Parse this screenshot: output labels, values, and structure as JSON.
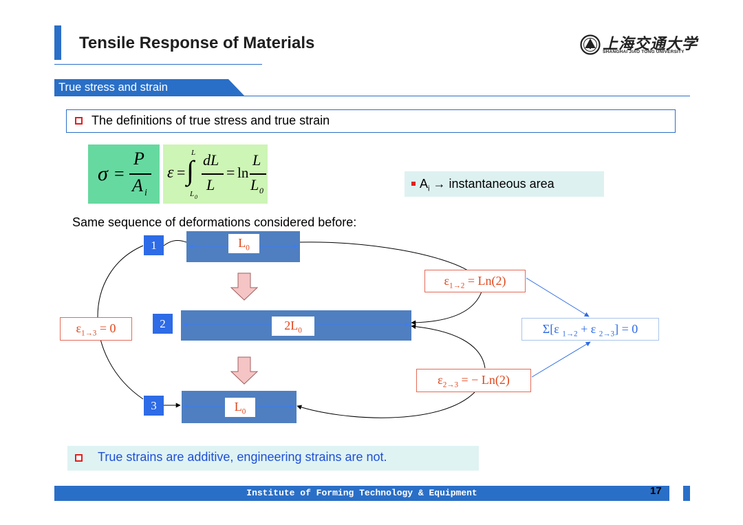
{
  "header": {
    "title": "Tensile Response of Materials",
    "logo_cn": "上海交通大学",
    "logo_en": "SHANGHAI JIAO TONG UNIVERSITY"
  },
  "section": {
    "label": "True stress and strain"
  },
  "definition": {
    "text": "The definitions of true stress and true strain"
  },
  "formulas": {
    "stress": {
      "lhs": "σ",
      "eq": "=",
      "num": "P",
      "den": "A",
      "den_sub": "i"
    },
    "strain": {
      "lhs": "ε",
      "eq": "=",
      "upper": "L",
      "lower": "L",
      "lower_sub": "0",
      "num": "dL",
      "den": "L",
      "eq2": "=",
      "ln": "ln",
      "num2": "L",
      "den2": "L",
      "den2_sub": "0"
    }
  },
  "note": {
    "var": "A",
    "var_sub": "i",
    "text": "→ instantaneous area"
  },
  "sequence_text": "Same sequence of deformations considered before:",
  "diagram": {
    "steps": [
      {
        "num": "1",
        "label": "L",
        "sub": "0"
      },
      {
        "num": "2",
        "label": "2L",
        "sub": "0"
      },
      {
        "num": "3",
        "label": "L",
        "sub": "0"
      }
    ],
    "eq_12": {
      "pre": "ε",
      "sub": "1→2",
      "post": "= Ln(2)"
    },
    "eq_23": {
      "pre": "ε",
      "sub": "2→3",
      "post": "= − Ln(2)"
    },
    "eq_13": {
      "pre": "ε",
      "sub": "1→3",
      "post": "= 0"
    },
    "sum": {
      "a": "Σ[ε",
      "sub1": "1→2",
      "b": "+ ε",
      "sub2": "2→3",
      "c": "] = 0"
    },
    "colors": {
      "bar": "#4f7fc0",
      "numbox": "#2e6be6",
      "arrow_blue": "#2e6be6",
      "red": "#e0481e"
    }
  },
  "conclusion": {
    "text": "True strains are additive, engineering strains are not."
  },
  "footer": {
    "text": "Institute of Forming Technology & Equipment",
    "page": "17"
  }
}
